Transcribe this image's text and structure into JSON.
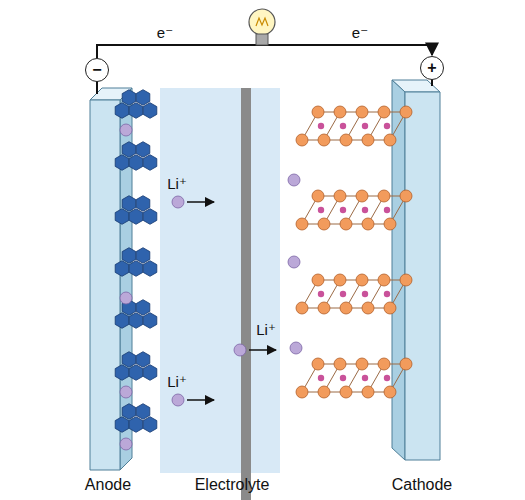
{
  "diagram": {
    "nodes": [
      {
        "text": [
          "−"
        ]
      },
      {
        "text": [
          "+"
        ]
      }
    ],
    "edges": [
      {
        "from": 0,
        "to": 1,
        "arrow": "to"
      }
    ],
    "labels": [
      "e⁻",
      "e⁻",
      "Li⁺",
      "Li⁺",
      "Li⁺",
      "Anode",
      "Electrolyte",
      "Cathode"
    ]
  }
}
